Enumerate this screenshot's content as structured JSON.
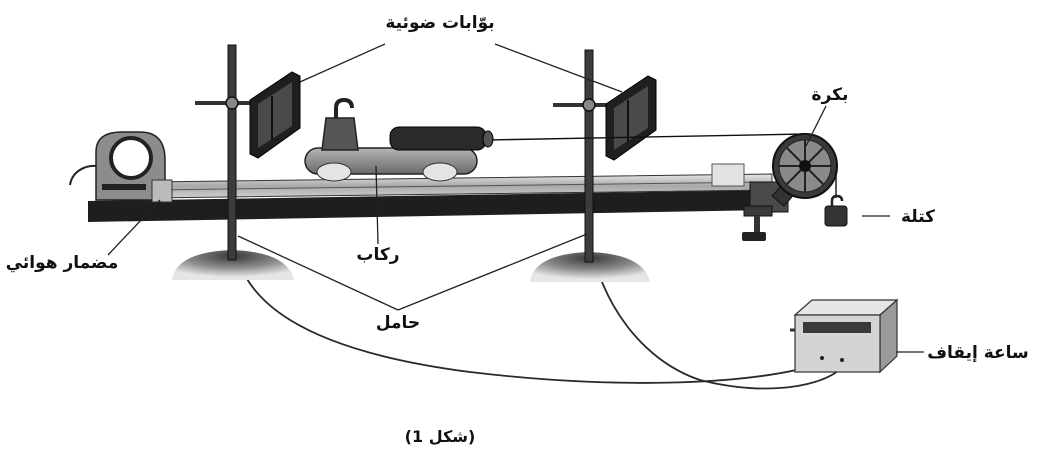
{
  "labels": {
    "photogates": "بوّابات ضوئية",
    "pulley": "بكرة",
    "mass": "كتلة",
    "air_track": "مضمار هوائي",
    "glider": "ركاب",
    "stand": "حامل",
    "stopwatch": "ساعة إيقاف",
    "caption": "(شكل 1)"
  },
  "colors": {
    "ink": "#222222",
    "metal": "#444444",
    "rail": "#c8c8c8",
    "base_gray": "#9a9a9a"
  }
}
